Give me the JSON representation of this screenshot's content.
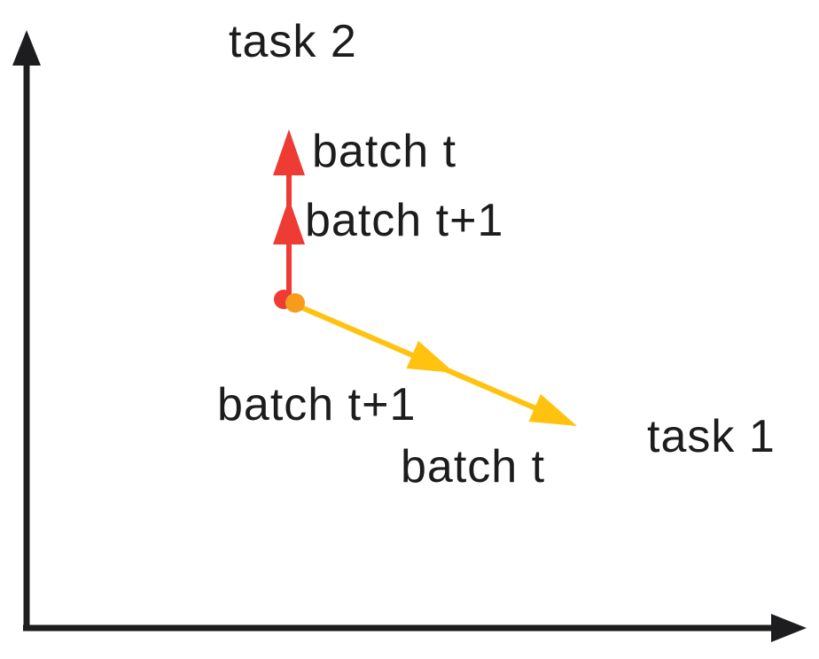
{
  "diagram": {
    "axis_color": "#1d1d1f",
    "text_color": "#1c1c1c",
    "y_axis_label": "task 2",
    "x_axis_label": "task 1",
    "red_vector": {
      "color": "#ee3b33",
      "direction": "up",
      "label_batch_t": "batch t",
      "label_batch_t_plus_1": "batch t+1"
    },
    "yellow_vector": {
      "color": "#ffc20e",
      "direction": "down-right",
      "label_batch_t_plus_1": "batch t+1",
      "label_batch_t": "batch t"
    },
    "origin": {
      "red_dot_color": "#ee3b33",
      "orange_dot_color": "#f79b1d"
    }
  }
}
